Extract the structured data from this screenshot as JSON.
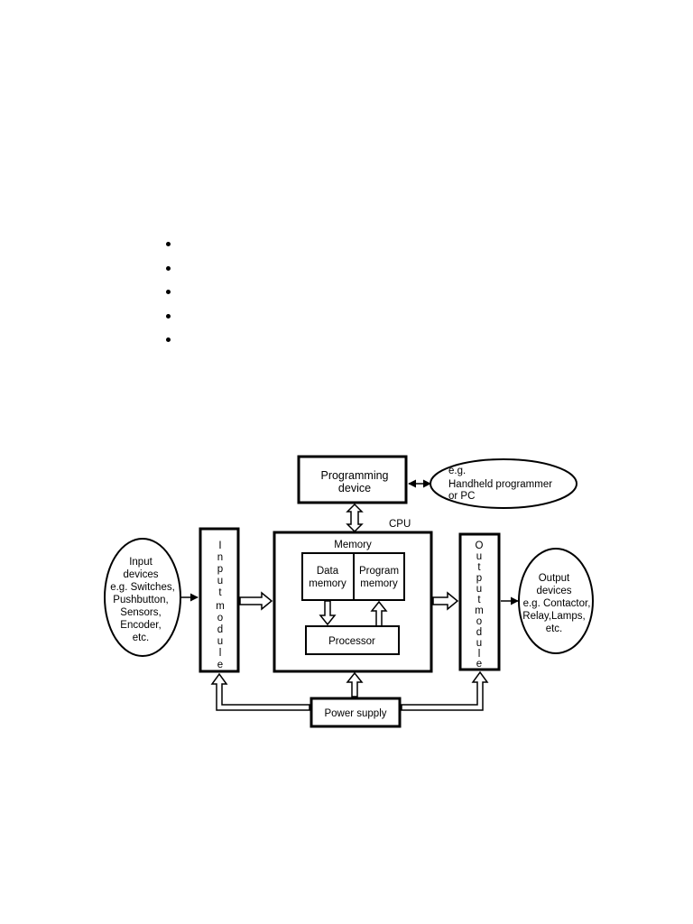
{
  "bullets": [
    "",
    "",
    "",
    "",
    ""
  ],
  "diagram": {
    "programming_device": [
      "Programming",
      "device"
    ],
    "programmer_example": [
      "e.g.",
      "Handheld programmer",
      "or PC"
    ],
    "cpu": "CPU",
    "memory": "Memory",
    "data_memory": [
      "Data",
      "memory"
    ],
    "program_memory": [
      "Program",
      "memory"
    ],
    "processor": "Processor",
    "input_module": [
      "I",
      "n",
      "p",
      "u",
      "t",
      "m",
      "o",
      "d",
      "u",
      "l",
      "e"
    ],
    "output_module": [
      "O",
      "u",
      "t",
      "p",
      "u",
      "t",
      "m",
      "o",
      "d",
      "u",
      "l",
      "e"
    ],
    "input_devices": [
      "Input",
      "devices",
      "e.g. Switches,",
      "Pushbutton,",
      "Sensors,",
      "Encoder,",
      "etc."
    ],
    "output_devices": [
      "Output",
      "devices",
      "e.g. Contactor,",
      "Relay,Lamps,",
      "etc."
    ],
    "power_supply": "Power supply"
  }
}
